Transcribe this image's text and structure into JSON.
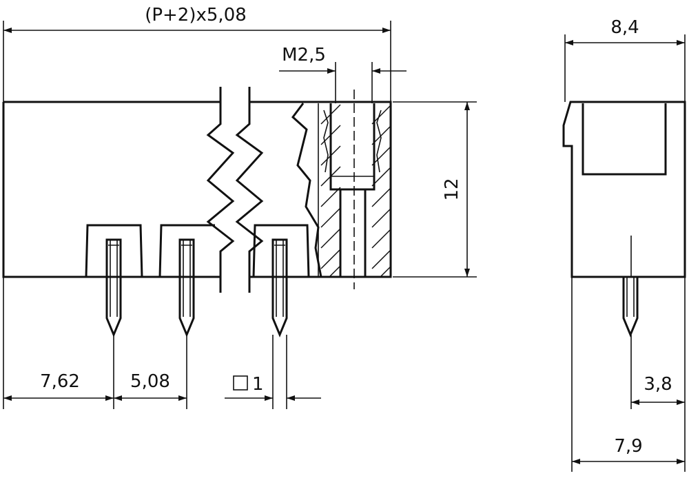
{
  "dimensions": {
    "overall_width": "(P+2)x5,08",
    "thread": "M2,5",
    "height": "12",
    "side_width": "8,4",
    "edge_to_pin": "7,62",
    "pitch": "5,08",
    "pin_square": "1",
    "pin_offset": "3,8",
    "side_depth": "7,9"
  },
  "colors": {
    "line": "#111111",
    "background": "#ffffff"
  }
}
